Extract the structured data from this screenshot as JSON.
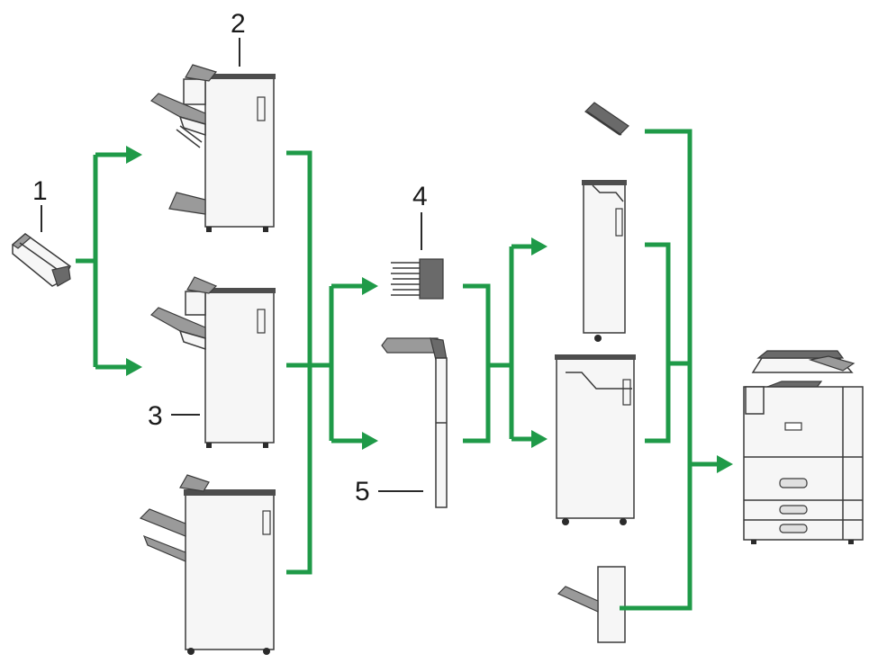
{
  "callouts": {
    "c1": "1",
    "c2": "2",
    "c3": "3",
    "c4": "4",
    "c5": "5"
  },
  "colors": {
    "flow": "#1f9a48"
  }
}
